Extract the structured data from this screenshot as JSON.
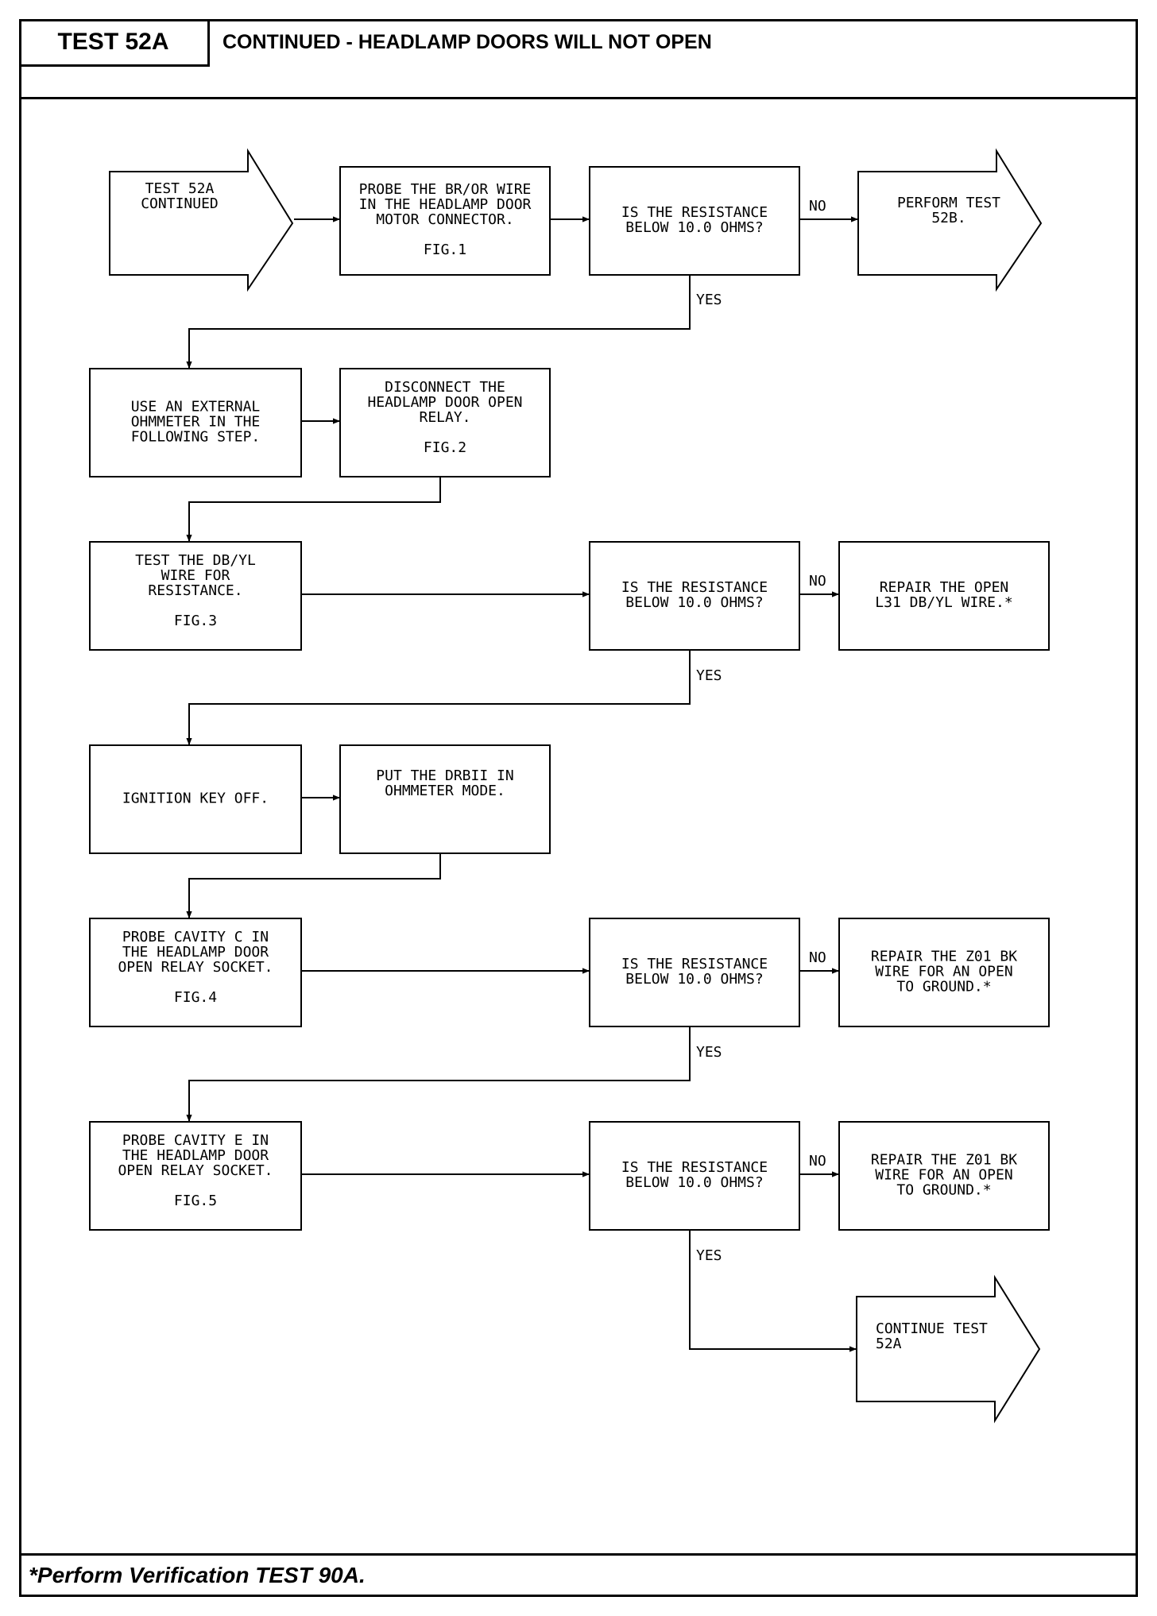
{
  "header": {
    "test_label": "TEST 52A",
    "title": "CONTINUED - HEADLAMP DOORS WILL NOT OPEN"
  },
  "footer": {
    "note": "*Perform Verification TEST 90A."
  },
  "flow": {
    "start": [
      "TEST 52A",
      "CONTINUED"
    ],
    "probe_br_or": [
      "PROBE THE BR/OR WIRE",
      "IN THE HEADLAMP DOOR",
      "MOTOR CONNECTOR.",
      "",
      "FIG.1"
    ],
    "decision_1": [
      "IS THE RESISTANCE",
      "BELOW 10.0 OHMS?"
    ],
    "perform_52b": [
      "PERFORM TEST",
      "52B."
    ],
    "use_ohmmeter": [
      "USE AN EXTERNAL",
      "OHMMETER IN THE",
      "FOLLOWING STEP."
    ],
    "disconnect_relay": [
      "DISCONNECT THE",
      "HEADLAMP DOOR OPEN",
      "RELAY.",
      "",
      "FIG.2"
    ],
    "test_dbyl": [
      "TEST THE DB/YL",
      "WIRE FOR",
      "RESISTANCE.",
      "",
      "FIG.3"
    ],
    "decision_2": [
      "IS THE RESISTANCE",
      "BELOW 10.0 OHMS?"
    ],
    "repair_l31": [
      "REPAIR THE OPEN",
      "L31 DB/YL WIRE.*"
    ],
    "ignition_off": [
      "IGNITION KEY OFF."
    ],
    "drbii_mode": [
      "PUT THE DRBII IN",
      "OHMMETER MODE."
    ],
    "probe_cavity_c": [
      "PROBE CAVITY C IN",
      "THE HEADLAMP DOOR",
      "OPEN RELAY SOCKET.",
      "",
      "FIG.4"
    ],
    "decision_3": [
      "IS THE RESISTANCE",
      "BELOW 10.0 OHMS?"
    ],
    "repair_z01_a": [
      "REPAIR THE Z01 BK",
      "WIRE FOR AN OPEN",
      "TO GROUND.*"
    ],
    "probe_cavity_e": [
      "PROBE CAVITY E IN",
      "THE HEADLAMP DOOR",
      "OPEN RELAY SOCKET.",
      "",
      "FIG.5"
    ],
    "decision_4": [
      "IS THE RESISTANCE",
      "BELOW 10.0 OHMS?"
    ],
    "repair_z01_b": [
      "REPAIR THE Z01 BK",
      "WIRE FOR AN OPEN",
      "TO GROUND.*"
    ],
    "continue_52a": [
      "CONTINUE TEST",
      "52A"
    ],
    "label_no": "NO",
    "label_yes": "YES"
  }
}
